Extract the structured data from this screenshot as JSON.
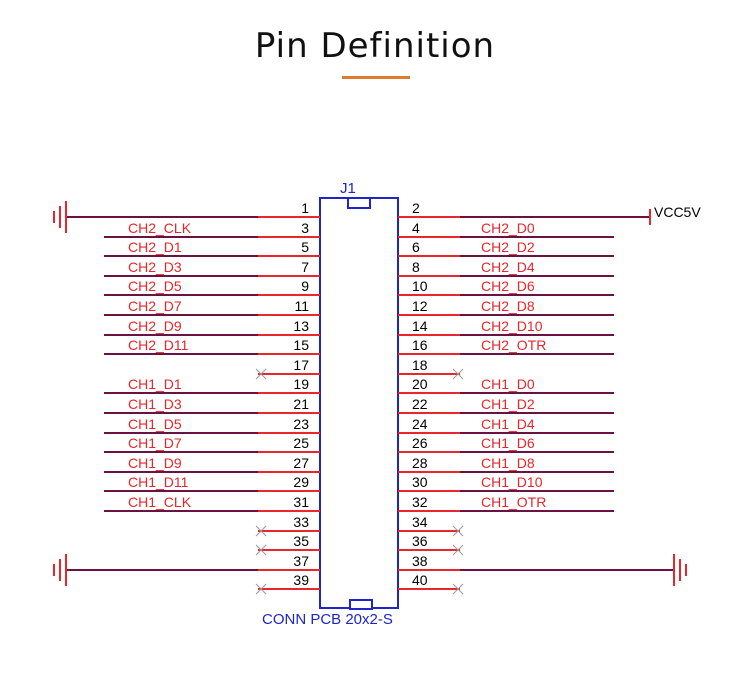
{
  "header": {
    "title": "Pin Definition",
    "accent_color": "#e07a2e"
  },
  "connector": {
    "ref": "J1",
    "part": "CONN PCB 20x2-S",
    "body_color": "#1f25c8",
    "pin_color": "#e8262b",
    "net_color": "#6a1242",
    "pins": [
      {
        "num": "1",
        "net": "",
        "nc": false,
        "gnd": true
      },
      {
        "num": "2",
        "net": "VCC5V",
        "nc": false,
        "vcc": true
      },
      {
        "num": "3",
        "net": "CH2_CLK",
        "nc": false
      },
      {
        "num": "4",
        "net": "CH2_D0",
        "nc": false
      },
      {
        "num": "5",
        "net": "CH2_D1",
        "nc": false
      },
      {
        "num": "6",
        "net": "CH2_D2",
        "nc": false
      },
      {
        "num": "7",
        "net": "CH2_D3",
        "nc": false
      },
      {
        "num": "8",
        "net": "CH2_D4",
        "nc": false
      },
      {
        "num": "9",
        "net": "CH2_D5",
        "nc": false
      },
      {
        "num": "10",
        "net": "CH2_D6",
        "nc": false
      },
      {
        "num": "11",
        "net": "CH2_D7",
        "nc": false
      },
      {
        "num": "12",
        "net": "CH2_D8",
        "nc": false
      },
      {
        "num": "13",
        "net": "CH2_D9",
        "nc": false
      },
      {
        "num": "14",
        "net": "CH2_D10",
        "nc": false
      },
      {
        "num": "15",
        "net": "CH2_D11",
        "nc": false
      },
      {
        "num": "16",
        "net": "CH2_OTR",
        "nc": false
      },
      {
        "num": "17",
        "net": "",
        "nc": true
      },
      {
        "num": "18",
        "net": "",
        "nc": true
      },
      {
        "num": "19",
        "net": "CH1_D1",
        "nc": false
      },
      {
        "num": "20",
        "net": "CH1_D0",
        "nc": false
      },
      {
        "num": "21",
        "net": "CH1_D3",
        "nc": false
      },
      {
        "num": "22",
        "net": "CH1_D2",
        "nc": false
      },
      {
        "num": "23",
        "net": "CH1_D5",
        "nc": false
      },
      {
        "num": "24",
        "net": "CH1_D4",
        "nc": false
      },
      {
        "num": "25",
        "net": "CH1_D7",
        "nc": false
      },
      {
        "num": "26",
        "net": "CH1_D6",
        "nc": false
      },
      {
        "num": "27",
        "net": "CH1_D9",
        "nc": false
      },
      {
        "num": "28",
        "net": "CH1_D8",
        "nc": false
      },
      {
        "num": "29",
        "net": "CH1_D11",
        "nc": false
      },
      {
        "num": "30",
        "net": "CH1_D10",
        "nc": false
      },
      {
        "num": "31",
        "net": "CH1_CLK",
        "nc": false
      },
      {
        "num": "32",
        "net": "CH1_OTR",
        "nc": false
      },
      {
        "num": "33",
        "net": "",
        "nc": true
      },
      {
        "num": "34",
        "net": "",
        "nc": true
      },
      {
        "num": "35",
        "net": "",
        "nc": true
      },
      {
        "num": "36",
        "net": "",
        "nc": true
      },
      {
        "num": "37",
        "net": "",
        "nc": false,
        "gnd": true
      },
      {
        "num": "38",
        "net": "",
        "nc": false,
        "gnd": true
      },
      {
        "num": "39",
        "net": "",
        "nc": true
      },
      {
        "num": "40",
        "net": "",
        "nc": true
      }
    ]
  }
}
